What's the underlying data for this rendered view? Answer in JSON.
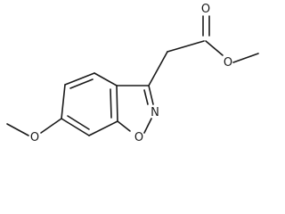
{
  "molecule": {
    "atoms": {
      "ring_nitrogen": "N",
      "ring_oxygen": "O",
      "carbonyl_oxygen": "O",
      "ester_oxygen": "O",
      "methoxy_oxygen": "O"
    }
  }
}
